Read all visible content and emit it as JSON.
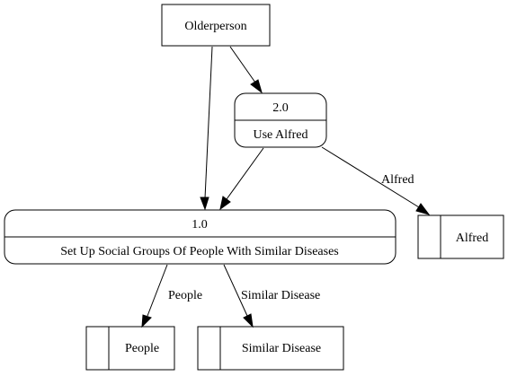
{
  "nodes": {
    "olderperson": {
      "label": "Olderperson"
    },
    "process_use_alfred": {
      "id": "2.0",
      "label": "Use Alfred"
    },
    "process_social_groups": {
      "id": "1.0",
      "label": "Set Up Social Groups Of People With Similar Diseases"
    },
    "store_alfred": {
      "label": "Alfred"
    },
    "store_people": {
      "label": "People"
    },
    "store_similar_disease": {
      "label": "Similar Disease"
    }
  },
  "edges": {
    "use_alfred_to_store_alfred": {
      "label": "Alfred"
    },
    "social_to_people": {
      "label": "People"
    },
    "social_to_similar_disease": {
      "label": "Similar Disease"
    }
  }
}
